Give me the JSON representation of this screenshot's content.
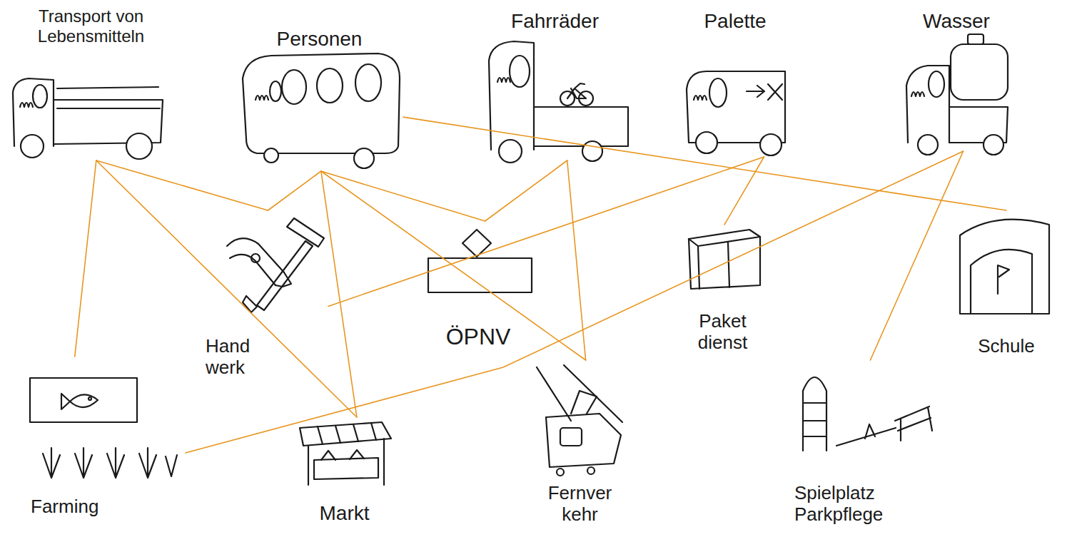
{
  "diagram": {
    "nodes": [
      {
        "text": [
          "Transport von Lebensmitteln"
        ]
      },
      {
        "text": [
          "Personen"
        ]
      },
      {
        "text": [
          "Fahrräder"
        ]
      },
      {
        "text": [
          "Palette"
        ]
      },
      {
        "text": [
          "Wasser"
        ]
      },
      {
        "text": [
          "Hand werk"
        ]
      },
      {
        "text": [
          "ÖPNV"
        ]
      },
      {
        "text": [
          "Paket dienst"
        ]
      },
      {
        "text": [
          "Schule"
        ]
      },
      {
        "text": [
          "Farming"
        ]
      },
      {
        "text": [
          "Markt"
        ]
      },
      {
        "text": [
          "Fernver kehr"
        ]
      },
      {
        "text": [
          "Spielplatz Parkpflege"
        ]
      }
    ],
    "edges": [
      {
        "from": 0,
        "to": 9,
        "arrow": "none"
      },
      {
        "from": 0,
        "to": 10,
        "arrow": "none"
      },
      {
        "from": 0,
        "to": 5,
        "arrow": "none"
      },
      {
        "from": 1,
        "to": 5,
        "arrow": "none"
      },
      {
        "from": 1,
        "to": 10,
        "arrow": "none"
      },
      {
        "from": 1,
        "to": 6,
        "arrow": "none"
      },
      {
        "from": 1,
        "to": 11,
        "arrow": "none"
      },
      {
        "from": 1,
        "to": 8,
        "arrow": "none"
      },
      {
        "from": 2,
        "to": 6,
        "arrow": "none"
      },
      {
        "from": 2,
        "to": 11,
        "arrow": "none"
      },
      {
        "from": 3,
        "to": 5,
        "arrow": "none"
      },
      {
        "from": 3,
        "to": 7,
        "arrow": "none"
      },
      {
        "from": 4,
        "to": 9,
        "arrow": "none"
      },
      {
        "from": 4,
        "to": 12,
        "arrow": "none"
      }
    ]
  }
}
